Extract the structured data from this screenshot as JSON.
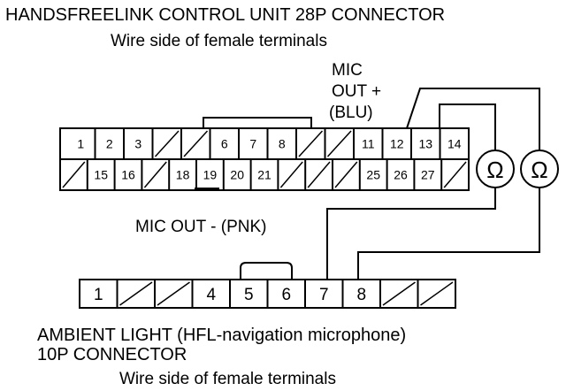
{
  "header": {
    "title": "HANDSFREELINK CONTROL UNIT 28P CONNECTOR",
    "subtitle": "Wire side of female terminals"
  },
  "labels": {
    "mic_out_plus": [
      "MIC",
      "OUT +",
      "(BLU)"
    ],
    "mic_out_minus": "MIC OUT -  (PNK)"
  },
  "connector_28p": {
    "top_row": [
      "1",
      "2",
      "3",
      "",
      "",
      "6",
      "7",
      "8",
      "",
      "",
      "11",
      "12",
      "13",
      "14"
    ],
    "bottom_row": [
      "",
      "15",
      "16",
      "",
      "18",
      "19",
      "20",
      "21",
      "",
      "",
      "",
      "25",
      "26",
      "27",
      ""
    ]
  },
  "meters": {
    "symbol": "Ω",
    "icon": "ohmmeter-icon"
  },
  "connector_10p": {
    "pins": [
      "1",
      "",
      "",
      "4",
      "5",
      "6",
      "7",
      "8",
      "",
      ""
    ]
  },
  "footer": {
    "title_line1": "AMBIENT LIGHT (HFL-navigation microphone)",
    "title_line2": "10P CONNECTOR",
    "subtitle": "Wire side of female terminals"
  }
}
